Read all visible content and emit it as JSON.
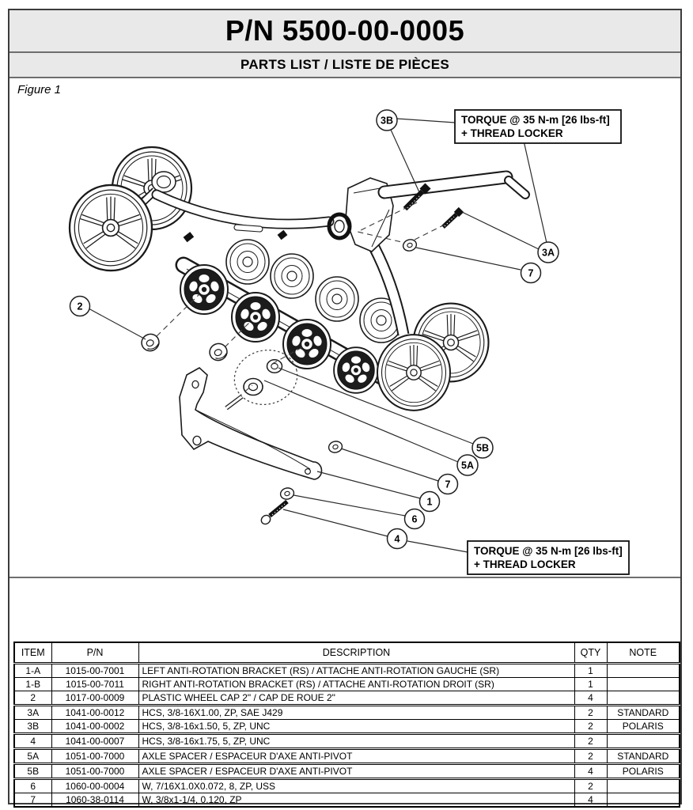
{
  "page": {
    "title": "P/N 5500-00-0005",
    "subtitle": "PARTS LIST / LISTE DE PIÈCES",
    "figure_label": "Figure 1"
  },
  "figure": {
    "torque_note": {
      "line1": "TORQUE @ 35 N-m  [26 lbs-ft]",
      "line2": "+ THREAD LOCKER"
    },
    "callouts": [
      {
        "label": "3B"
      },
      {
        "label": "3A"
      },
      {
        "label": "7"
      },
      {
        "label": "2"
      },
      {
        "label": "5B"
      },
      {
        "label": "5A"
      },
      {
        "label": "7"
      },
      {
        "label": "1"
      },
      {
        "label": "6"
      },
      {
        "label": "4"
      }
    ]
  },
  "table": {
    "headers": [
      "ITEM",
      "P/N",
      "DESCRIPTION",
      "QTY",
      "NOTE"
    ],
    "rows": [
      {
        "item": "1-A",
        "pn": "1015-00-7001",
        "desc": "LEFT ANTI-ROTATION BRACKET (RS) / ATTACHE ANTI-ROTATION GAUCHE (SR)",
        "qty": "1",
        "note": ""
      },
      {
        "item": "1-B",
        "pn": "1015-00-7011",
        "desc": "RIGHT ANTI-ROTATION BRACKET (RS) / ATTACHE ANTI-ROTATION DROIT (SR)",
        "qty": "1",
        "note": ""
      },
      {
        "item": "2",
        "pn": "1017-00-0009",
        "desc": "PLASTIC WHEEL CAP 2\" / CAP DE ROUE 2\"",
        "qty": "4",
        "note": ""
      },
      {
        "item": "3A",
        "pn": "1041-00-0012",
        "desc": "HCS, 3/8-16X1.00, ZP, SAE J429",
        "qty": "2",
        "note": "STANDARD"
      },
      {
        "item": "3B",
        "pn": "1041-00-0002",
        "desc": "HCS, 3/8-16x1.50, 5, ZP, UNC",
        "qty": "2",
        "note": "POLARIS"
      },
      {
        "item": "4",
        "pn": "1041-00-0007",
        "desc": "HCS, 3/8-16x1.75, 5, ZP, UNC",
        "qty": "2",
        "note": ""
      },
      {
        "item": "5A",
        "pn": "1051-00-7000",
        "desc": "AXLE SPACER / ESPACEUR D'AXE ANTI-PIVOT",
        "qty": "2",
        "note": "STANDARD"
      },
      {
        "item": "5B",
        "pn": "1051-00-7000",
        "desc": "AXLE SPACER / ESPACEUR D'AXE ANTI-PIVOT",
        "qty": "4",
        "note": "POLARIS"
      },
      {
        "item": "6",
        "pn": "1060-00-0004",
        "desc": "W, 7/16X1.0X0.072, 8, ZP, USS",
        "qty": "2",
        "note": ""
      },
      {
        "item": "7",
        "pn": "1060-38-0114",
        "desc": "W, 3/8x1-1/4, 0.120, ZP",
        "qty": "4",
        "note": ""
      }
    ],
    "thick_top_items": [
      "3A",
      "4",
      "5A",
      "5B",
      "6"
    ]
  }
}
